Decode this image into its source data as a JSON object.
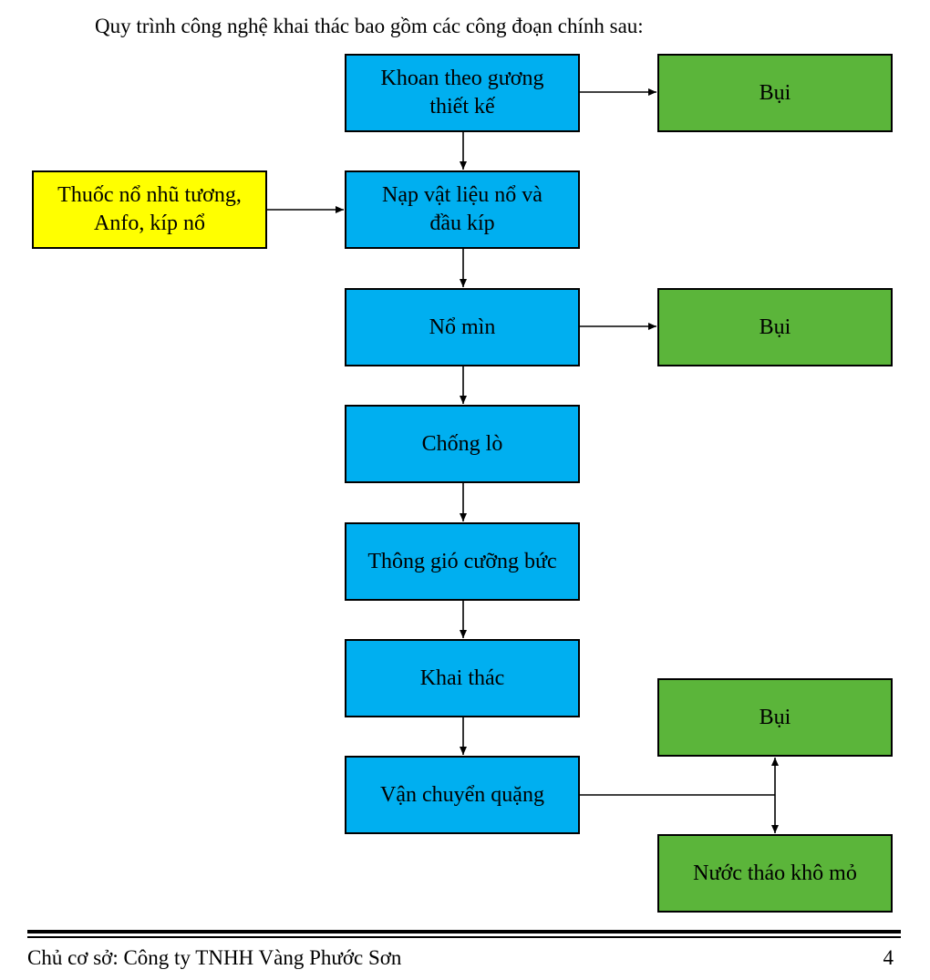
{
  "intro_text": "Quy trình công nghệ khai thác bao gồm các công đoạn chính sau:",
  "process_steps": [
    {
      "line1": "Khoan theo gương",
      "line2": "thiết kế"
    },
    {
      "line1": "Nạp vật liệu nổ và",
      "line2": "đầu kíp"
    },
    {
      "line1": "Nổ mìn",
      "line2": ""
    },
    {
      "line1": "Chống lò",
      "line2": ""
    },
    {
      "line1": "Thông gió cưỡng bức",
      "line2": ""
    },
    {
      "line1": "Khai thác",
      "line2": ""
    },
    {
      "line1": "Vận chuyển quặng",
      "line2": ""
    }
  ],
  "input_box": {
    "line1": "Thuốc nổ nhũ tương,",
    "line2": "Anfo, kíp nổ"
  },
  "outputs": [
    {
      "label": "Bụi"
    },
    {
      "label": "Bụi"
    },
    {
      "label": "Bụi"
    },
    {
      "label": "Nước tháo khô mỏ"
    }
  ],
  "colors": {
    "process": "#00aff0",
    "output": "#5bb53a",
    "input": "#ffff00"
  },
  "footer": {
    "left": "Chủ cơ sở: Công ty TNHH Vàng Phước Sơn",
    "page": "4"
  }
}
